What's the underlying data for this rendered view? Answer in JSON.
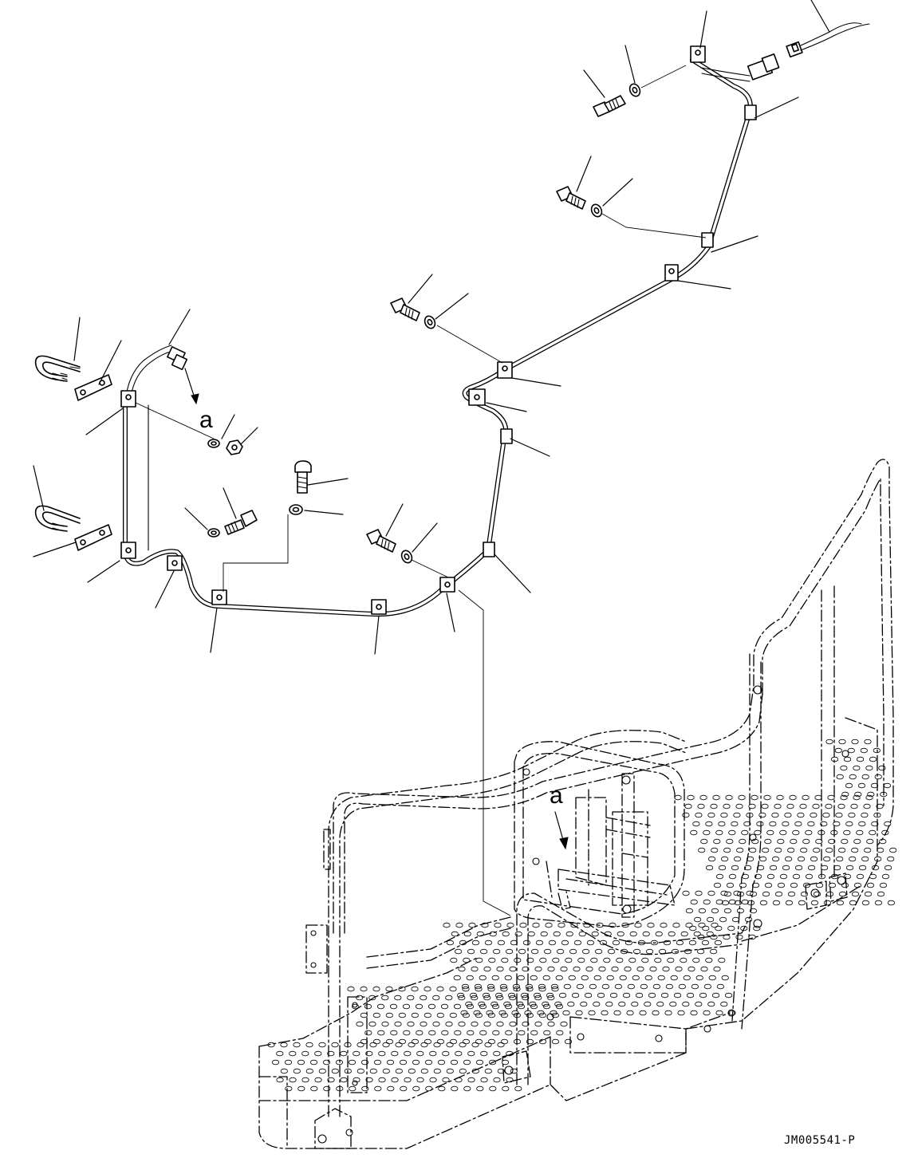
{
  "labels": {
    "detail_marker_upper": "a",
    "detail_marker_lower": "a"
  },
  "drawing_code": "JM005541-P",
  "colors": {
    "line": "#000000",
    "background": "#ffffff"
  },
  "icons": {
    "u_bolt": "u-bolt-icon",
    "bolt": "bolt-icon",
    "washer": "washer-icon",
    "nut": "nut-icon",
    "clip": "clip-icon",
    "connector": "connector-icon",
    "plate": "plate-icon"
  }
}
